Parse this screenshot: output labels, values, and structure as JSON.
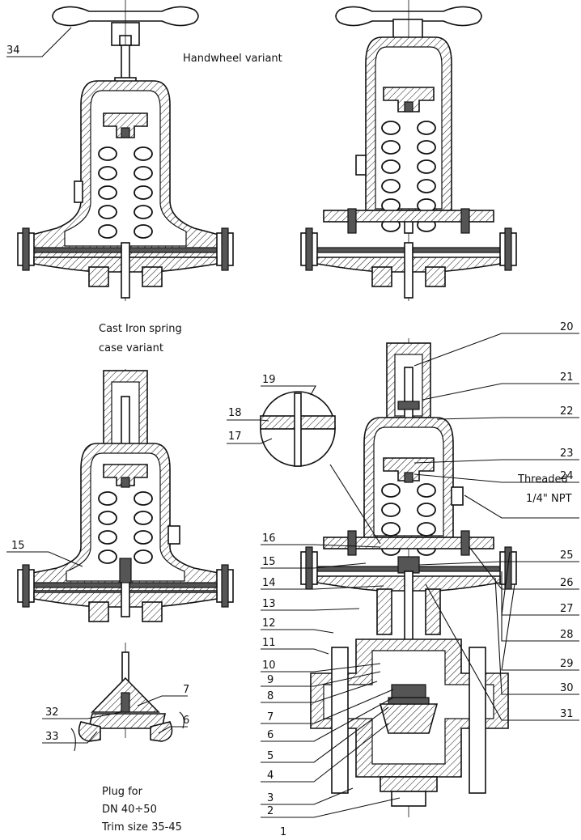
{
  "captions": {
    "handwheel": "Handwheel variant",
    "cast_iron_1": "Cast Iron spring",
    "cast_iron_2": "case variant",
    "threaded_1": "Threaded",
    "threaded_2": "1/4\" NPT",
    "plug_1": "Plug for",
    "plug_2": "DN 40÷50",
    "plug_3": "Trim size 35-45"
  },
  "callouts": {
    "c1": "1",
    "c2": "2",
    "c3": "3",
    "c4": "4",
    "c5": "5",
    "c6": "6",
    "c7": "7",
    "c8": "8",
    "c9": "9",
    "c10": "10",
    "c11": "11",
    "c12": "12",
    "c13": "13",
    "c14": "14",
    "c15": "15",
    "c16": "16",
    "c17": "17",
    "c18": "18",
    "c19": "19",
    "c20": "20",
    "c21": "21",
    "c22": "22",
    "c23": "23",
    "c24": "24",
    "c25": "25",
    "c26": "26",
    "c27": "27",
    "c28": "28",
    "c29": "29",
    "c30": "30",
    "c31": "31",
    "c32": "32",
    "c33": "33",
    "c34": "34",
    "p6": "6",
    "p7": "7",
    "l15": "15"
  }
}
